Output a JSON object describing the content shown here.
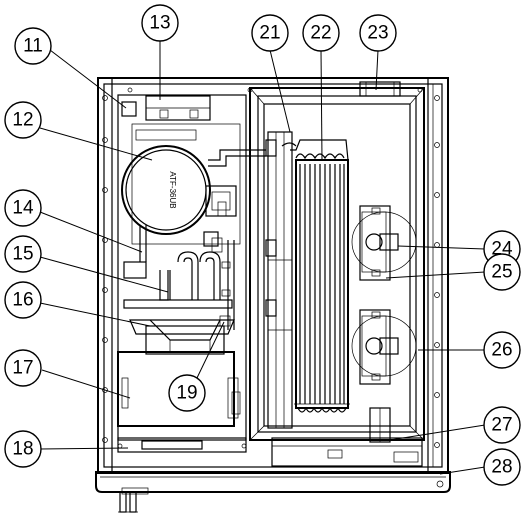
{
  "diagram": {
    "callouts": [
      "11",
      "12",
      "13",
      "14",
      "15",
      "16",
      "17",
      "18",
      "19",
      "21",
      "22",
      "23",
      "24",
      "25",
      "26",
      "27",
      "28"
    ],
    "compressor_label": "ATF-36UB"
  }
}
